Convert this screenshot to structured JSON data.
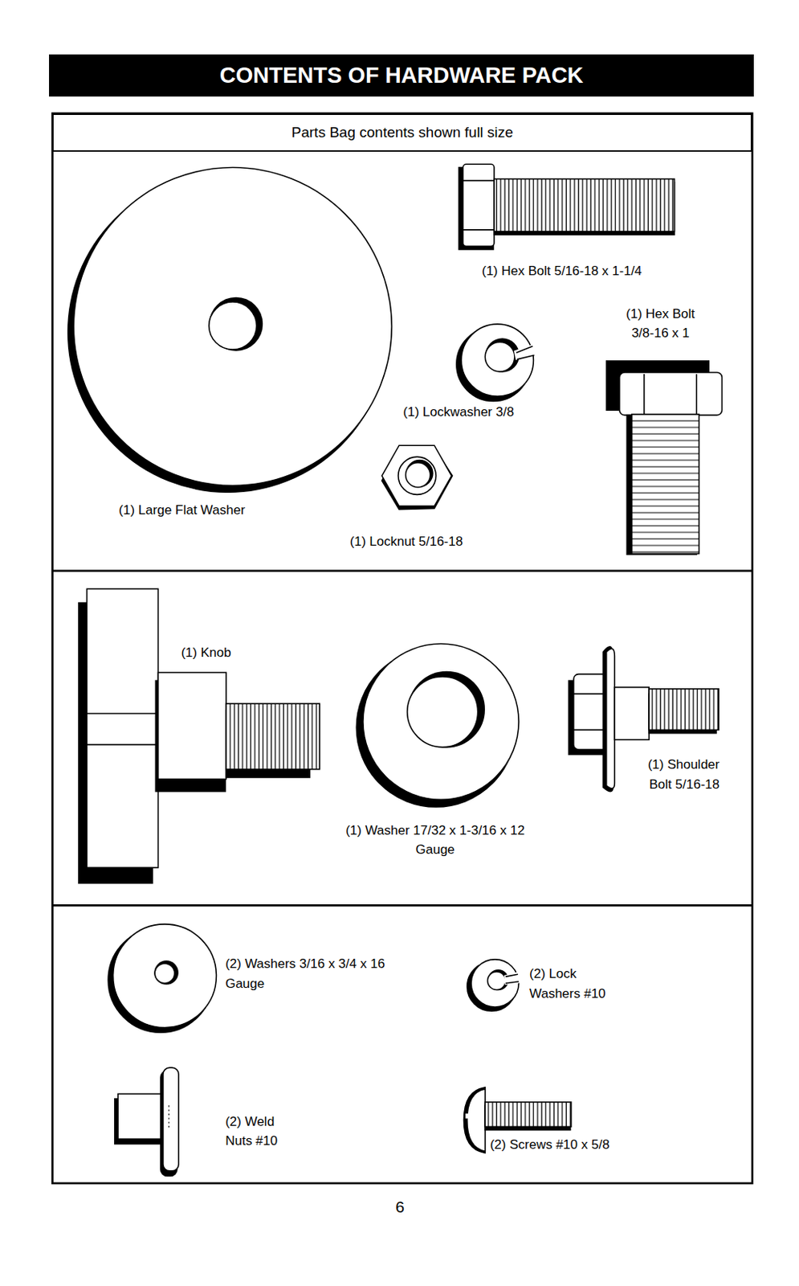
{
  "diagram": {
    "title": "CONTENTS OF HARDWARE PACK",
    "nodes": [
      {
        "text": [
          "Parts Bag contents shown full size"
        ]
      }
    ],
    "labels": [
      "(1) Hex Bolt 5/16-18 x 1-1/4",
      "(1) Hex Bolt 3/8-16 x 1",
      "(1) Lockwasher 3/8",
      "(1) Large Flat Washer",
      "(1) Locknut 5/16-18",
      "(1) Knob",
      "(1) Washer 17/32 x 1-3/16 x 12 Gauge",
      "(1) Shoulder Bolt 5/16-18",
      "(2) Washers 3/16 x 3/4 x 16 Gauge",
      "(2) Lock Washers #10",
      "(2) Weld Nuts #10",
      "(2) Screws #10 x 5/8",
      "6"
    ]
  }
}
